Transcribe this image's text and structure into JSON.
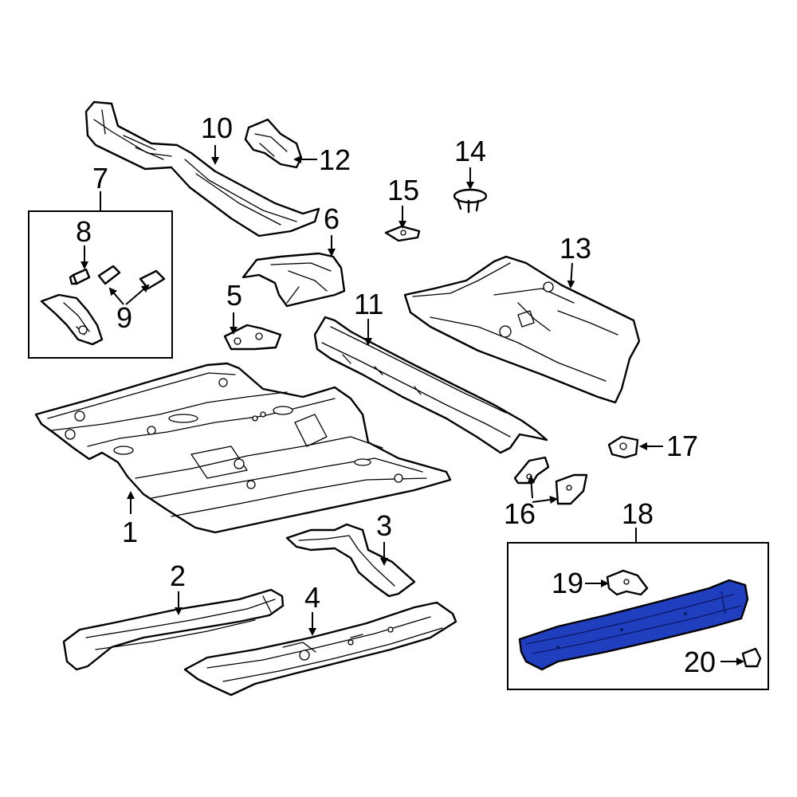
{
  "diagram": {
    "callouts": {
      "c1": "1",
      "c2": "2",
      "c3": "3",
      "c4": "4",
      "c5": "5",
      "c6": "6",
      "c7": "7",
      "c8": "8",
      "c9": "9",
      "c10": "10",
      "c11": "11",
      "c12": "12",
      "c13": "13",
      "c14": "14",
      "c15": "15",
      "c16": "16",
      "c17": "17",
      "c18": "18",
      "c19": "19",
      "c20": "20"
    },
    "colors": {
      "line": "#000000",
      "background": "#ffffff",
      "highlight": "#1f3fbf"
    },
    "highlighted_part": "18"
  }
}
